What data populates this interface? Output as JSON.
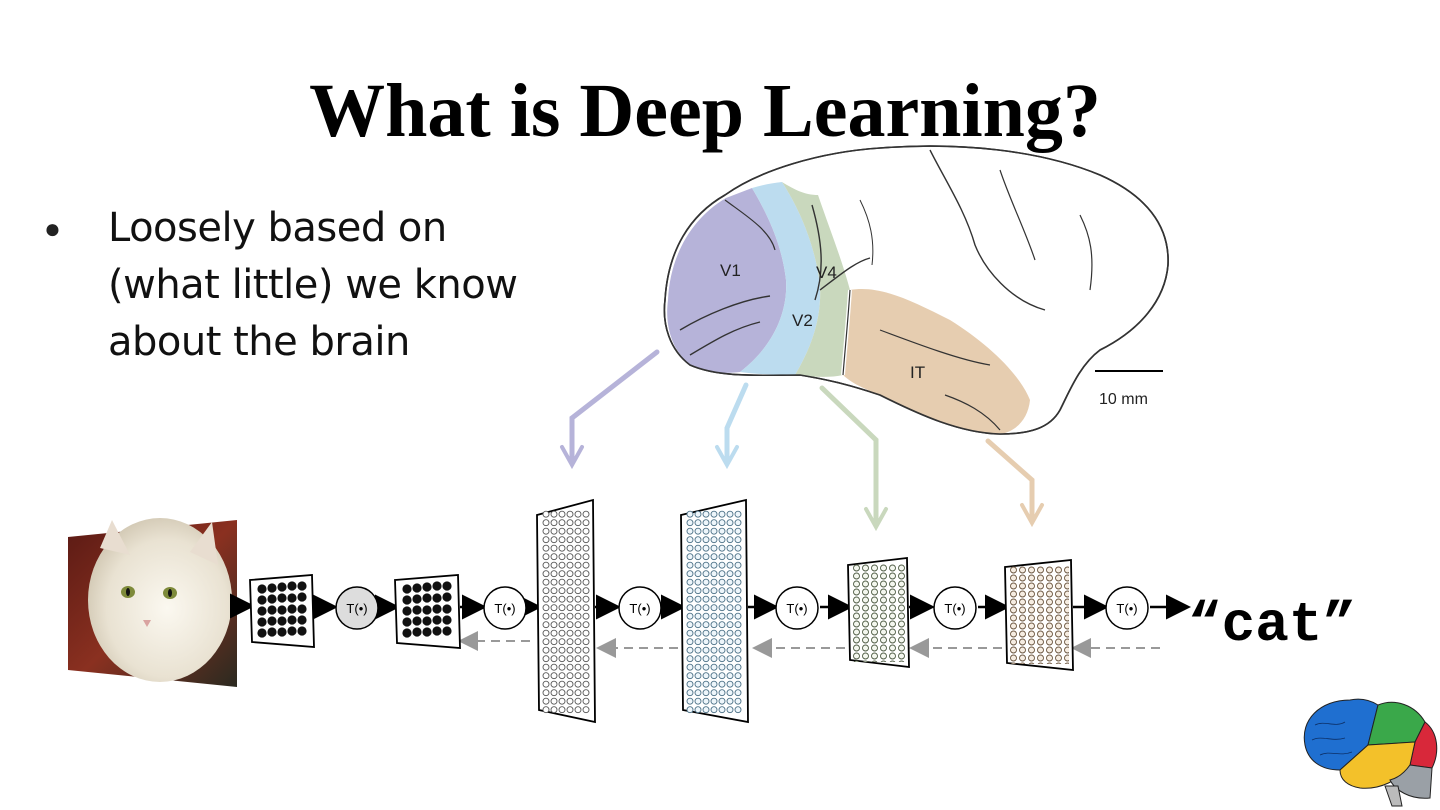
{
  "slide": {
    "title": "What is Deep Learning?",
    "bullets": [
      "Loosely based on (what little) we know about the brain"
    ],
    "output_label": "“cat”"
  },
  "figure": {
    "regions": [
      {
        "label": "V1",
        "color": "#b6b3d9"
      },
      {
        "label": "V2",
        "color": "#bcdcef"
      },
      {
        "label": "V4",
        "color": "#c9d8bd"
      },
      {
        "label": "IT",
        "color": "#e6cdb0"
      }
    ],
    "scale_bar_label": "10 mm",
    "transform_label": "T(•)",
    "input_image": "cat-photo",
    "corner_logo": "brain-logo"
  }
}
